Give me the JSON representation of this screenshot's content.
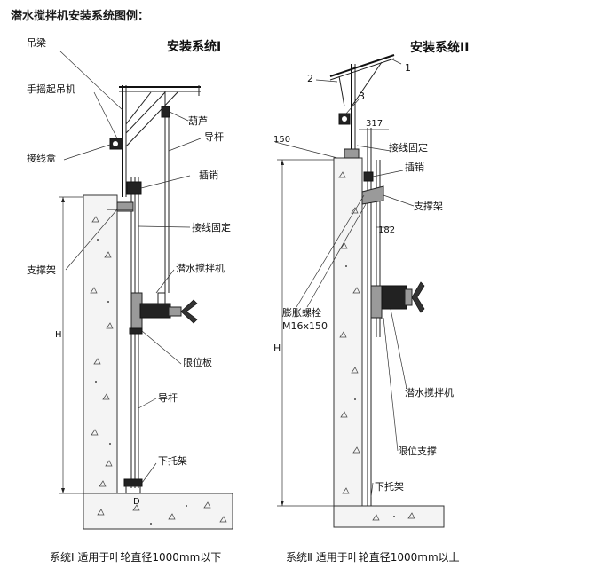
{
  "page_title": "潜水搅拌机安装系统图例：",
  "system1": {
    "title": "安装系统I",
    "labels": {
      "hanger_beam": "吊梁",
      "hand_crane": "手摇起吊机",
      "hoist": "葫芦",
      "guide_rod_top": "导杆",
      "junction_box": "接线盒",
      "pin": "插销",
      "wire_fixing": "接线固定",
      "support_frame": "支撑架",
      "mixer": "潜水搅拌机",
      "limit_plate": "限位板",
      "guide_rod_bottom": "导杆",
      "bottom_bracket": "下托架",
      "dim_h": "H",
      "dim_d": "D"
    },
    "caption": "系统Ⅰ 适用于叶轮直径1000mm以下"
  },
  "system2": {
    "title": "安装系统II",
    "labels": {
      "callout_1": "1",
      "callout_2": "2",
      "callout_3": "3",
      "dim_317": "317",
      "wire_fixing": "接线固定",
      "dim_150": "150",
      "pin": "插销",
      "support_frame": "支撑架",
      "dim_182": "182",
      "expansion_bolt": "膨胀螺栓",
      "bolt_spec": "M16x150",
      "dim_h": "H",
      "mixer": "潜水搅拌机",
      "limit_support": "限位支撑",
      "bottom_bracket": "下托架"
    },
    "caption": "系统Ⅱ 适用于叶轮直径1000mm以上"
  }
}
